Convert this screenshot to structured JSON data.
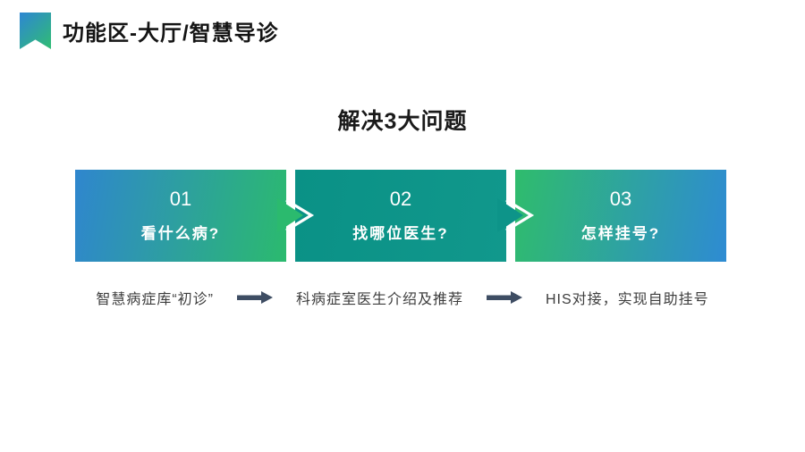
{
  "header": {
    "title": "功能区-大厅/智慧导诊"
  },
  "heading": "解决3大问题",
  "steps": [
    {
      "number": "01",
      "label": "看什么病?"
    },
    {
      "number": "02",
      "label": "找哪位医生?"
    },
    {
      "number": "03",
      "label": "怎样挂号?"
    }
  ],
  "flow": {
    "items": [
      "智慧病症库“初诊”",
      "科病症室医生介绍及推荐",
      "HIS对接，实现自助挂号"
    ]
  },
  "colors": {
    "blue": "#2E8CD3",
    "green": "#2BBA6E",
    "teal": "#0D9489",
    "flow_arrow": "#3E4D63",
    "title_text": "#141414",
    "step_text": "#FFFFFF"
  },
  "icons": {
    "bookmark": "bookmark-ribbon",
    "step_connector": "chevron-right-arrow",
    "flow_arrow": "block-arrow-right"
  }
}
